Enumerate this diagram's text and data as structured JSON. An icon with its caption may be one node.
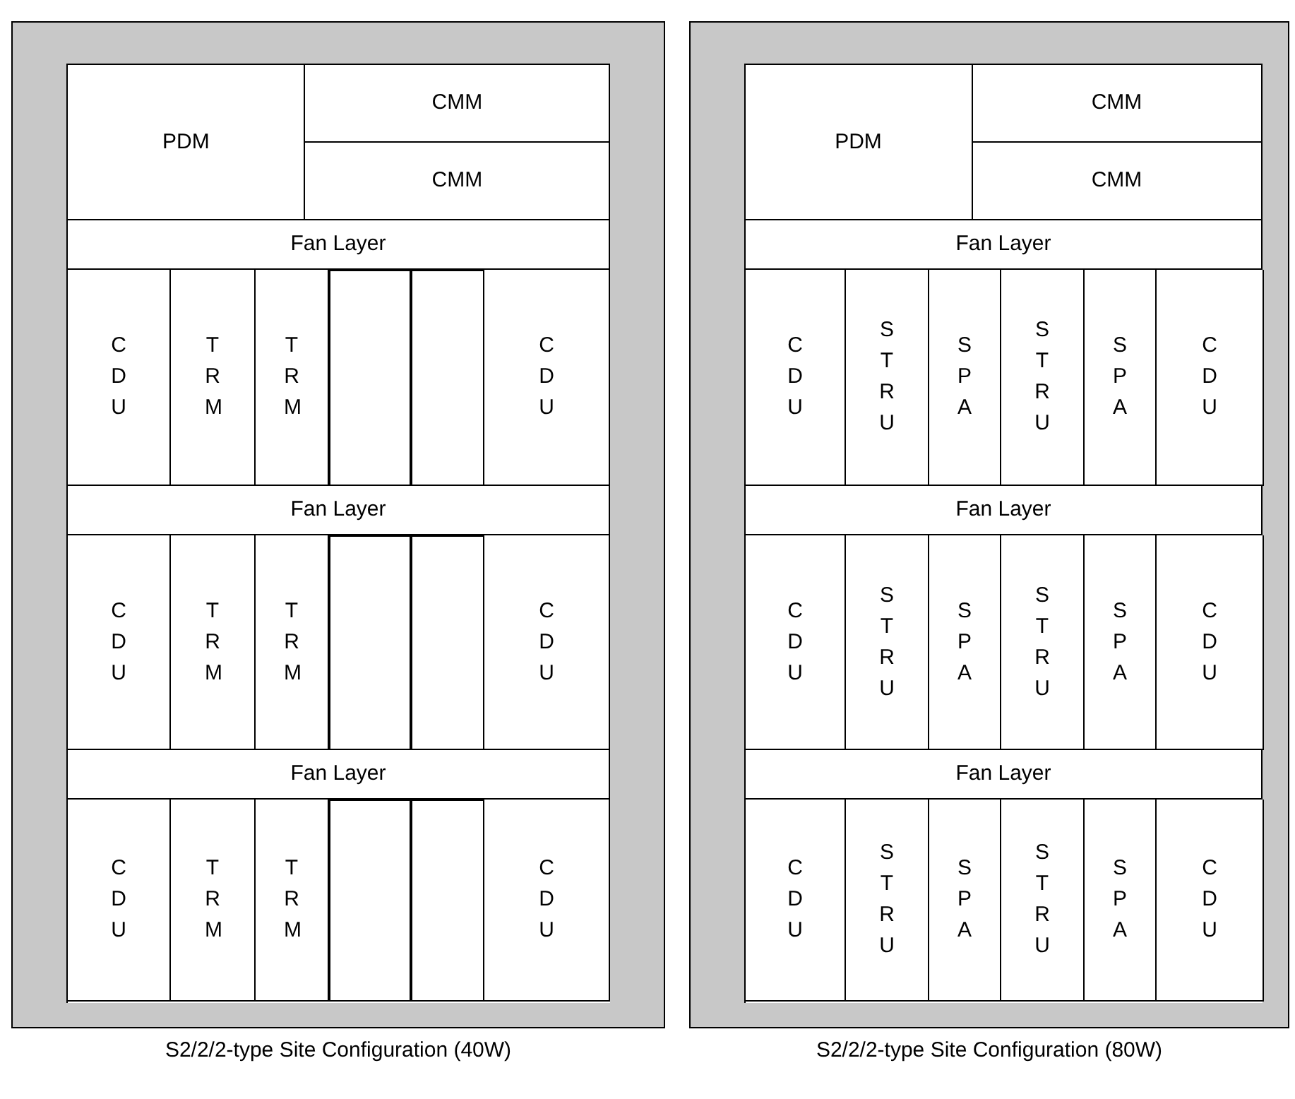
{
  "diagram": {
    "nodes": [
      {
        "text": [
          "S2/2/2-type Site Configuration (40W)"
        ]
      },
      {
        "text": [
          "PDM"
        ],
        "in": 0
      },
      {
        "text": [
          "CMM"
        ],
        "in": 0
      },
      {
        "text": [
          "CMM"
        ],
        "in": 0
      },
      {
        "text": [
          "Fan Layer"
        ],
        "in": 0
      },
      {
        "text": [
          "CDU"
        ],
        "in": 0
      },
      {
        "text": [
          "TRM"
        ],
        "in": 0
      },
      {
        "text": [
          "TRM"
        ],
        "in": 0
      },
      {
        "text": [],
        "shape": "box",
        "in": 0
      },
      {
        "text": [],
        "shape": "box",
        "in": 0
      },
      {
        "text": [
          "CDU"
        ],
        "in": 0
      },
      {
        "text": [
          "Fan Layer"
        ],
        "in": 0
      },
      {
        "text": [
          "CDU"
        ],
        "in": 0
      },
      {
        "text": [
          "TRM"
        ],
        "in": 0
      },
      {
        "text": [
          "TRM"
        ],
        "in": 0
      },
      {
        "text": [],
        "shape": "box",
        "in": 0
      },
      {
        "text": [],
        "shape": "box",
        "in": 0
      },
      {
        "text": [
          "CDU"
        ],
        "in": 0
      },
      {
        "text": [
          "Fan Layer"
        ],
        "in": 0
      },
      {
        "text": [
          "CDU"
        ],
        "in": 0
      },
      {
        "text": [
          "TRM"
        ],
        "in": 0
      },
      {
        "text": [
          "TRM"
        ],
        "in": 0
      },
      {
        "text": [],
        "shape": "box",
        "in": 0
      },
      {
        "text": [],
        "shape": "box",
        "in": 0
      },
      {
        "text": [
          "CDU"
        ],
        "in": 0
      },
      {
        "text": [
          "S2/2/2-type Site Configuration (80W)"
        ]
      },
      {
        "text": [
          "PDM"
        ],
        "in": 25
      },
      {
        "text": [
          "CMM"
        ],
        "in": 25
      },
      {
        "text": [
          "CMM"
        ],
        "in": 25
      },
      {
        "text": [
          "Fan Layer"
        ],
        "in": 25
      },
      {
        "text": [
          "CDU"
        ],
        "in": 25
      },
      {
        "text": [
          "STRU"
        ],
        "in": 25
      },
      {
        "text": [
          "SPA"
        ],
        "in": 25
      },
      {
        "text": [
          "STRU"
        ],
        "in": 25
      },
      {
        "text": [
          "SPA"
        ],
        "in": 25
      },
      {
        "text": [
          "CDU"
        ],
        "in": 25
      },
      {
        "text": [
          "Fan Layer"
        ],
        "in": 25
      },
      {
        "text": [
          "CDU"
        ],
        "in": 25
      },
      {
        "text": [
          "STRU"
        ],
        "in": 25
      },
      {
        "text": [
          "SPA"
        ],
        "in": 25
      },
      {
        "text": [
          "STRU"
        ],
        "in": 25
      },
      {
        "text": [
          "SPA"
        ],
        "in": 25
      },
      {
        "text": [
          "CDU"
        ],
        "in": 25
      },
      {
        "text": [
          "Fan Layer"
        ],
        "in": 25
      },
      {
        "text": [
          "CDU"
        ],
        "in": 25
      },
      {
        "text": [
          "STRU"
        ],
        "in": 25
      },
      {
        "text": [
          "SPA"
        ],
        "in": 25
      },
      {
        "text": [
          "STRU"
        ],
        "in": 25
      },
      {
        "text": [
          "SPA"
        ],
        "in": 25
      },
      {
        "text": [
          "CDU"
        ],
        "in": 25
      }
    ]
  }
}
